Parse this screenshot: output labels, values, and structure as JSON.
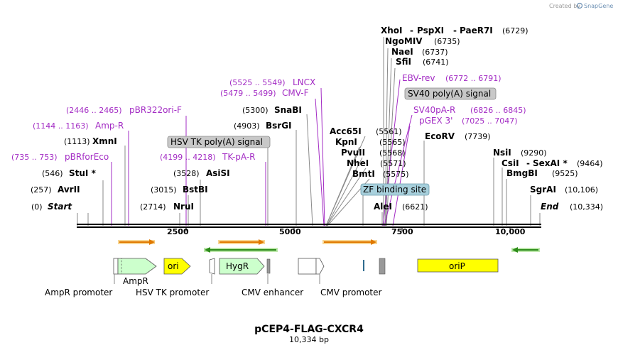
{
  "credit": {
    "prefix": "Created by",
    "brand": "SnapGene"
  },
  "plasmid": {
    "name": "pCEP4-FLAG-CXCR4",
    "size": "10,334 bp"
  },
  "ruler": {
    "ticks": [
      "2500",
      "5000",
      "7500",
      "10,000"
    ]
  },
  "enzymes": [
    {
      "name": "XhoI",
      "pos": "(6729)",
      "extra": "PspXI",
      "extra2": "PaeR7I"
    },
    {
      "name": "NgoMIV",
      "pos": "(6735)"
    },
    {
      "name": "NaeI",
      "pos": "(6737)"
    },
    {
      "name": "SfiI",
      "pos": "(6741)"
    },
    {
      "name": "SnaBI",
      "pos": "(5300)"
    },
    {
      "name": "BsrGI",
      "pos": "(4903)"
    },
    {
      "name": "Acc65I",
      "pos": "(5561)"
    },
    {
      "name": "KpnI",
      "pos": "(5565)"
    },
    {
      "name": "PvuII",
      "pos": "(5568)"
    },
    {
      "name": "NheI",
      "pos": "(5571)"
    },
    {
      "name": "BmtI",
      "pos": "(5575)"
    },
    {
      "name": "EcoRV",
      "pos": "(7739)"
    },
    {
      "name": "XmnI",
      "pos": "(1113)"
    },
    {
      "name": "StuI *",
      "pos": "(546)"
    },
    {
      "name": "AvrII",
      "pos": "(257)"
    },
    {
      "name": "AsiSI",
      "pos": "(3528)"
    },
    {
      "name": "BstBI",
      "pos": "(3015)"
    },
    {
      "name": "NruI",
      "pos": "(2714)"
    },
    {
      "name": "AleI",
      "pos": "(6621)"
    },
    {
      "name": "NsiI",
      "pos": "(9290)"
    },
    {
      "name": "CsiI",
      "pos": "(9464)",
      "extra": "SexAI *"
    },
    {
      "name": "BmgBI",
      "pos": "(9525)"
    },
    {
      "name": "SgrAI",
      "pos": "(10,106)"
    },
    {
      "name": "End",
      "pos": "(10,334)"
    },
    {
      "name": "Start",
      "pos": "(0)"
    }
  ],
  "primers": [
    {
      "name": "LNCX",
      "range": "(5525 .. 5549)"
    },
    {
      "name": "CMV-F",
      "range": "(5479 .. 5499)"
    },
    {
      "name": "EBV-rev",
      "range": "(6772 .. 6791)"
    },
    {
      "name": "SV40pA-R",
      "range": "(6826 .. 6845)"
    },
    {
      "name": "pGEX 3'",
      "range": "(7025 .. 7047)"
    },
    {
      "name": "pBR322ori-F",
      "range": "(2446 .. 2465)"
    },
    {
      "name": "Amp-R",
      "range": "(1144 .. 1163)"
    },
    {
      "name": "pBRforEco",
      "range": "(735 .. 753)"
    },
    {
      "name": "TK-pA-R",
      "range": "(4199 .. 4218)"
    }
  ],
  "boxed_labels": [
    "SV40 poly(A) signal",
    "HSV TK poly(A) signal",
    "ZF binding site"
  ],
  "features": [
    "AmpR promoter",
    "AmpR",
    "HSV TK promoter",
    "ori",
    "HygR",
    "CMV enhancer",
    "CMV promoter",
    "oriP"
  ],
  "colors": {
    "primer": "#a32cc4",
    "ori": "#ffff00",
    "gene": "#ccffcc",
    "orf_arrow": "#e07800",
    "orf_arrow_rev": "#2d8c1a",
    "boxed_label": "#c8c8c8",
    "zf_box": "#a8d0dc"
  }
}
